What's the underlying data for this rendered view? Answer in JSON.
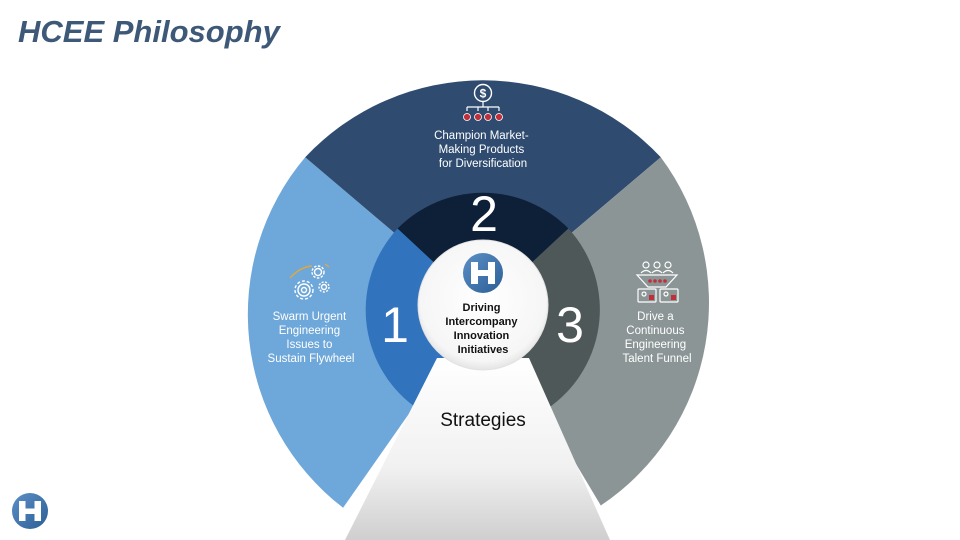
{
  "page": {
    "title": "HCEE Philosophy"
  },
  "diagram": {
    "center": {
      "lines": [
        "Driving",
        "Intercompany",
        "Innovation",
        "Initiatives"
      ],
      "logo_icon": "h-logo-icon"
    },
    "pointer_label": "Strategies",
    "segments": [
      {
        "number": "1",
        "lines": [
          "Swarm Urgent",
          "Engineering",
          "Issues to",
          "Sustain Flywheel"
        ],
        "icon": "gears-icon",
        "outer_color": "#6ea7d9",
        "inner_color": "#3173bd"
      },
      {
        "number": "2",
        "lines": [
          "Champion Market-",
          "Making Products",
          "for Diversification"
        ],
        "icon": "dollar-hierarchy-icon",
        "outer_color": "#2f4b6f",
        "inner_color": "#0e1f38"
      },
      {
        "number": "3",
        "lines": [
          "Drive a",
          "Continuous",
          "Engineering",
          "Talent Funnel"
        ],
        "icon": "talent-funnel-icon",
        "outer_color": "#8c9596",
        "inner_color": "#4e5859"
      }
    ]
  },
  "footer": {
    "logo_icon": "h-logo-icon"
  },
  "colors": {
    "title": "#3e5878",
    "accent_red": "#c0303a"
  }
}
